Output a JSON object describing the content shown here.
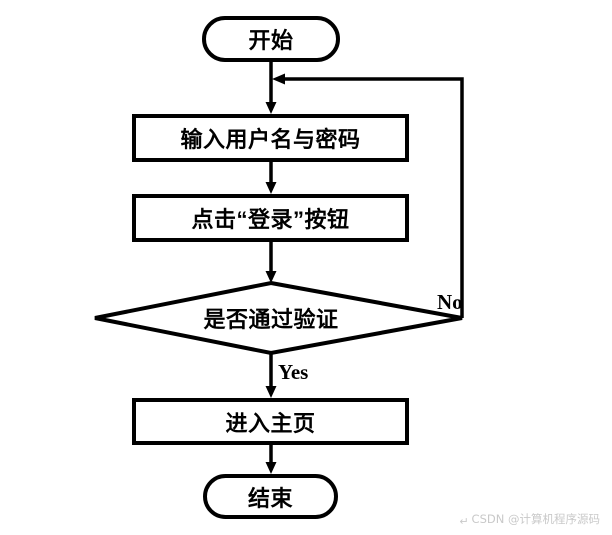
{
  "flowchart": {
    "nodes": {
      "start": {
        "type": "terminator",
        "label": "开始"
      },
      "input": {
        "type": "process",
        "label": "输入用户名与密码"
      },
      "click": {
        "type": "process",
        "label": "点击“登录”按钮"
      },
      "verify": {
        "type": "decision",
        "label": "是否通过验证"
      },
      "home": {
        "type": "process",
        "label": "进入主页"
      },
      "end": {
        "type": "terminator",
        "label": "结束"
      }
    },
    "edge_labels": {
      "yes": "Yes",
      "no": "No"
    },
    "colors": {
      "stroke": "#000000",
      "node_fill": "#ffffff",
      "background": "#ffffff"
    }
  },
  "watermark": {
    "icon": "↵",
    "text": "CSDN @计算机程序源码",
    "color": "#c9c9c9"
  }
}
